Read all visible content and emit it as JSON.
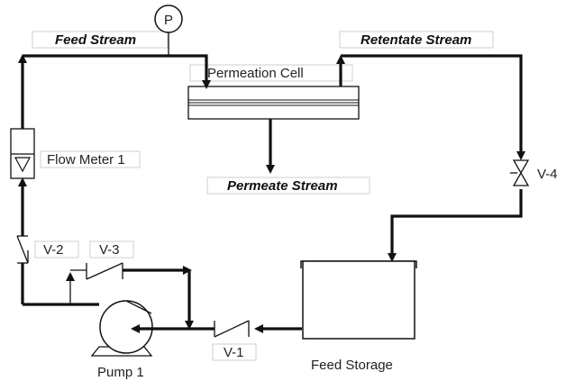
{
  "streams": {
    "feed": "Feed Stream",
    "retentate": "Retentate Stream",
    "permeate": "Permeate Stream"
  },
  "components": {
    "pressure_gauge": "P",
    "permeation_cell": "Permeation Cell",
    "flow_meter": "Flow Meter 1",
    "feed_storage": "Feed Storage",
    "pump": "Pump 1"
  },
  "valves": {
    "v1": "V-1",
    "v2": "V-2",
    "v3": "V-3",
    "v4": "V-4"
  }
}
